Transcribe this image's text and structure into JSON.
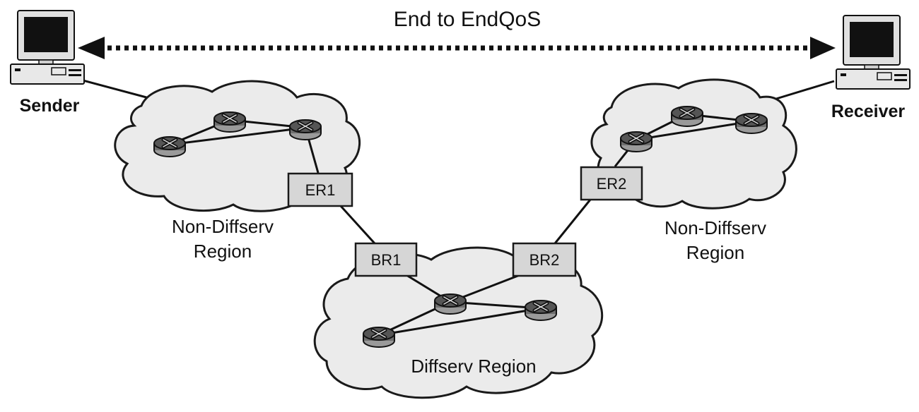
{
  "title": "End to EndQoS",
  "hosts": {
    "sender": {
      "label": "Sender",
      "icon": "desktop-computer-icon"
    },
    "receiver": {
      "label": "Receiver",
      "icon": "desktop-computer-icon"
    }
  },
  "regions": {
    "left": {
      "line1": "Non-Diffserv",
      "line2": "Region"
    },
    "right": {
      "line1": "Non-Diffserv",
      "line2": "Region"
    },
    "center": {
      "label": "Diffserv Region"
    }
  },
  "routers": {
    "er1": "ER1",
    "er2": "ER2",
    "br1": "BR1",
    "br2": "BR2"
  },
  "colors": {
    "cloud_fill": "#ebebeb",
    "box_fill": "#d6d6d6",
    "router_dark": "#555555",
    "router_light": "#9a9a9a"
  },
  "icons": {
    "router": "router-icon",
    "arrow": "double-headed-dotted-arrow"
  }
}
